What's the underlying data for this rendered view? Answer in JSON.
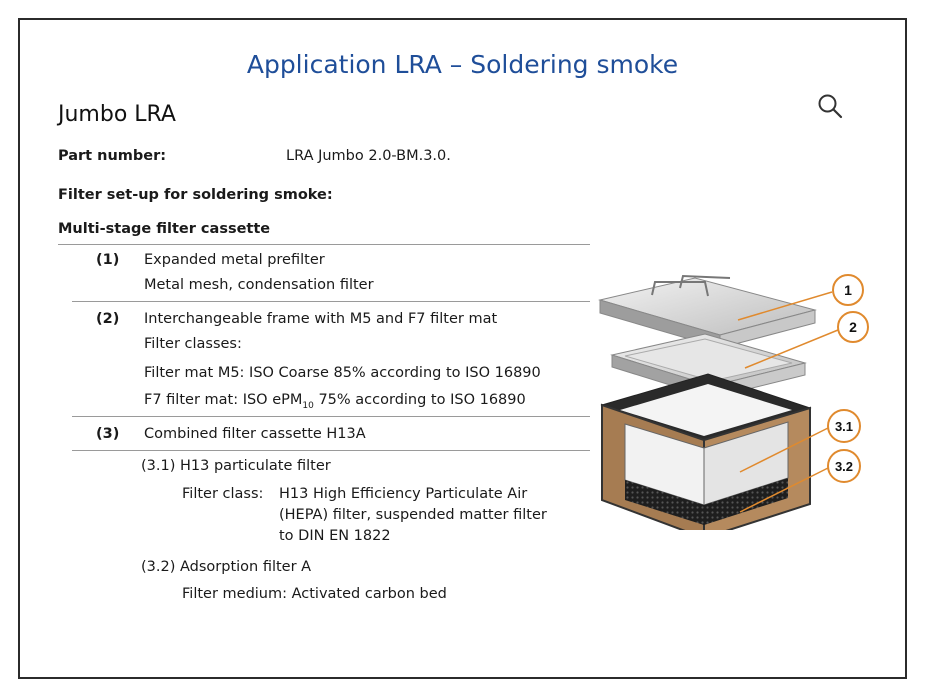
{
  "header": {
    "title": "Application LRA – Soldering smoke",
    "product": "Jumbo LRA"
  },
  "part": {
    "label": "Part number:",
    "value": "LRA Jumbo 2.0-BM.3.0."
  },
  "setup_heading": "Filter set-up for soldering smoke:",
  "cassette_heading": "Multi-stage filter cassette",
  "items": [
    {
      "num": "(1)",
      "lines": [
        "Expanded metal prefilter",
        "Metal mesh, condensation filter"
      ]
    },
    {
      "num": "(2)",
      "lines": [
        "Interchangeable frame with M5 and F7 filter mat",
        "Filter classes:",
        "Filter mat M5: ISO Coarse 85% according to ISO 16890"
      ],
      "f7_pre": "F7 filter mat: ISO ePM",
      "f7_sub": "10",
      "f7_post": " 75% according to ISO 16890"
    },
    {
      "num": "(3)",
      "lines": [
        "Combined filter cassette H13A"
      ]
    }
  ],
  "sub_31": {
    "title": "(3.1) H13 particulate filter",
    "class_label": "Filter class:",
    "class_lines": [
      "H13 High Efficiency Particulate Air",
      "(HEPA) filter, suspended matter filter",
      "to DIN EN 1822"
    ]
  },
  "sub_32": {
    "title": "(3.2) Adsorption filter A",
    "medium": "Filter medium: Activated carbon bed"
  },
  "callouts": [
    "1",
    "2",
    "3.1",
    "3.2"
  ],
  "colors": {
    "title": "#1f4e99",
    "callout": "#e08a2e",
    "frame": "#a67c52",
    "carbon": "#222222"
  }
}
